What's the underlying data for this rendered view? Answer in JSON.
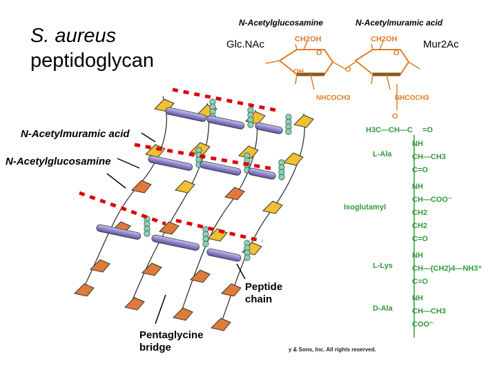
{
  "title": {
    "line1": "S. aureus",
    "line2": "peptidoglycan"
  },
  "labels": {
    "glcnac_abbrev": "Glc.NAc",
    "mur2ac_abbrev": "Mur2Ac",
    "glcnac_header": "N-Acetylglucosamine",
    "murnac_header": "N-Acetylmuramic acid",
    "murnac_callout": "N-Acetylmuramic acid",
    "glcnac_callout": "N-Acetylglucosamine",
    "peptide_chain_1": "Peptide",
    "peptide_chain_2": "chain",
    "pentaglycine_1": "Pentaglycine",
    "pentaglycine_2": "bridge",
    "copyright": "y & Sons, Inc. All rights reserved."
  },
  "structure": {
    "ring_sub_ch2oh_1": "CH2OH",
    "ring_sub_ch2oh_2": "CH2OH",
    "ring_o_1": "O",
    "ring_o_2": "O",
    "bridge_o": "O",
    "ring_oh": "OH",
    "nhcoch3_1": "NHCOCH3",
    "nhcoch3_2": "NHCOCH3",
    "lactyl": "H3C—CH—C",
    "lactyl_o": "O",
    "lactyl_eq_o": "=O",
    "residues": [
      {
        "name": "L-Ala",
        "lines": [
          "NH",
          "CH—CH3",
          "C=O"
        ]
      },
      {
        "name": "Isoglutamyl",
        "lines": [
          "NH",
          "CH—COO⁻",
          "CH2",
          "CH2",
          "C=O"
        ]
      },
      {
        "name": "L-Lys",
        "lines": [
          "NH",
          "CH—(CH2)4—NH3⁺",
          "C=O"
        ]
      },
      {
        "name": "D-Ala",
        "lines": [
          "NH",
          "CH—CH3",
          "COO⁻"
        ]
      }
    ]
  },
  "colors": {
    "nam": "#f0c030",
    "nag": "#e07a3a",
    "glycine": "#8fd0b8",
    "peptide": "#8c86cc",
    "marker": "#dd0000",
    "chem_orange": "#e07a28",
    "chem_brown": "#8b5a18",
    "chem_green": "#2e9a3a"
  }
}
